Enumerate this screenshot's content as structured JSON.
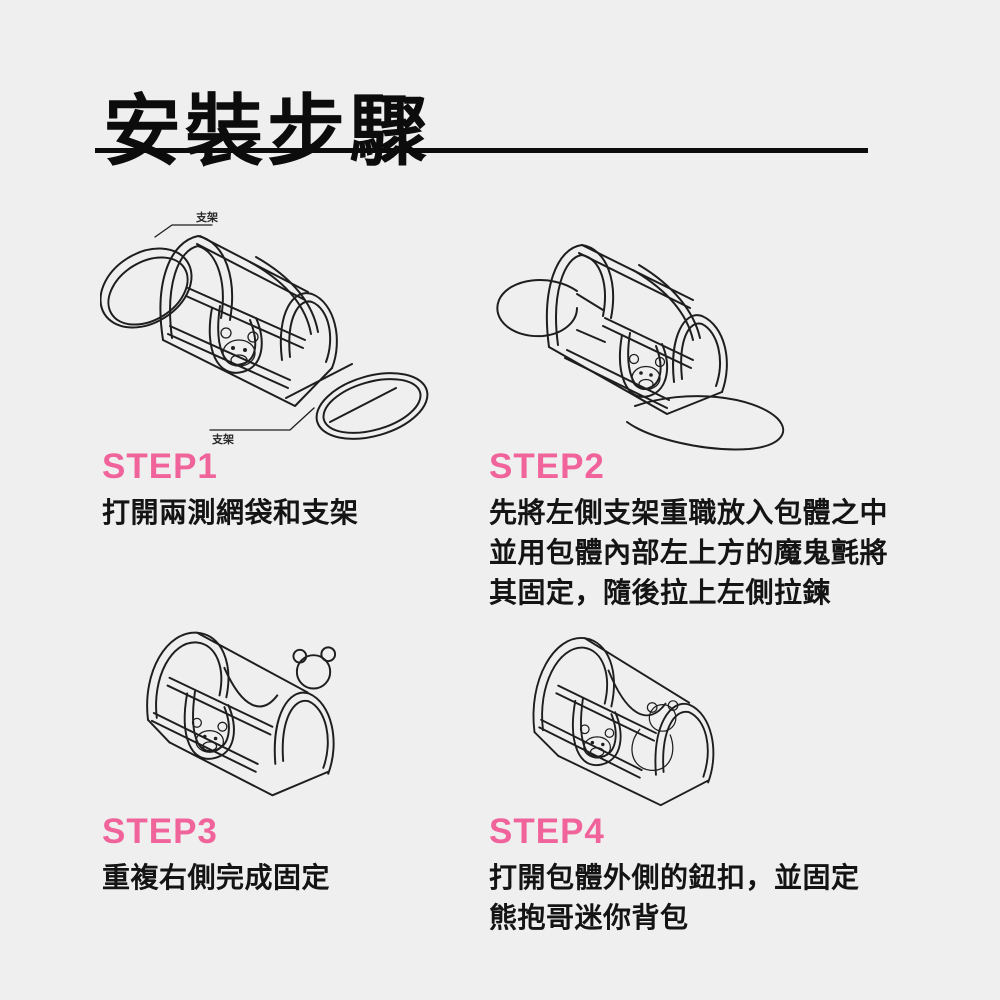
{
  "page": {
    "background_color": "#efefef",
    "accent_color": "#f0649b",
    "text_color": "#141414"
  },
  "header": {
    "title": "安裝步驟"
  },
  "steps": [
    {
      "label": "STEP1",
      "caption_lines": [
        "打開兩測網袋和支架"
      ],
      "annotation_top": "支架",
      "annotation_bottom": "支架"
    },
    {
      "label": "STEP2",
      "caption_lines": [
        "先將左側支架重職放入包體之中",
        "並用包體內部左上方的魔鬼氈將",
        "其固定，隨後拉上左側拉鍊"
      ]
    },
    {
      "label": "STEP3",
      "caption_lines": [
        "重複右側完成固定"
      ]
    },
    {
      "label": "STEP4",
      "caption_lines": [
        "打開包體外側的鈕扣，並固定",
        "熊抱哥迷你背包"
      ]
    }
  ]
}
